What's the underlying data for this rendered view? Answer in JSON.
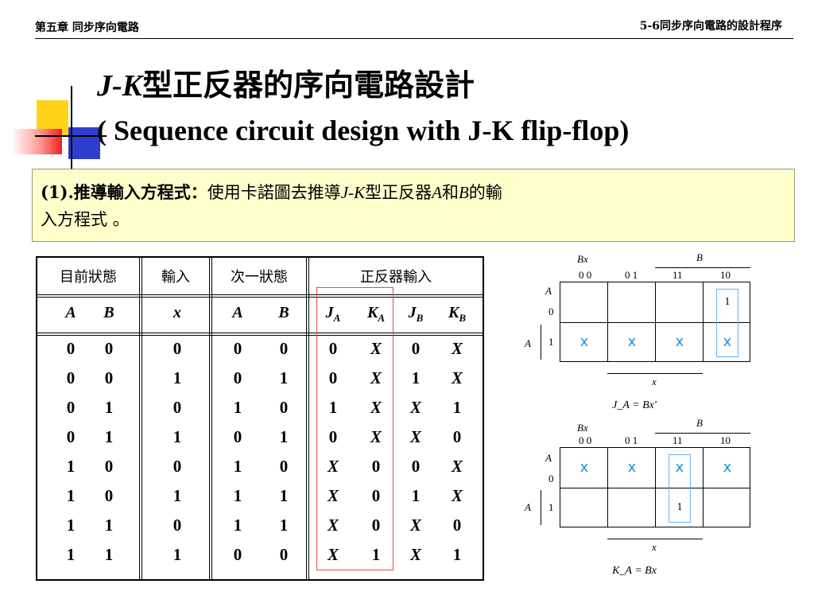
{
  "header": {
    "chapter": "第五章 同步序向電路",
    "section": "5-6同步序向電路的設計程序"
  },
  "title": {
    "jk": "J-K",
    "rest": "型正反器的序向電路設計",
    "english": "( Sequence circuit design with J-K flip-flop)"
  },
  "note": {
    "step": "(1).",
    "bold": "推導輸入方程式：",
    "t1": "使用卡諾圖去推導",
    "jk": "J-K",
    "t2": "型正反器",
    "a": "A",
    "and": "和",
    "b": "B",
    "t3": "的輸",
    "line2": "入方程式 。"
  },
  "table": {
    "headers": [
      "目前狀態",
      "輸入",
      "次一狀態",
      "正反器輸入"
    ],
    "sub": [
      "A",
      "B",
      "x",
      "A",
      "B",
      "J",
      "K",
      "J",
      "K"
    ],
    "sub_idx": [
      "",
      "",
      "",
      "",
      "",
      "A",
      "A",
      "B",
      "B"
    ],
    "rows": [
      [
        "0",
        "0",
        "0",
        "0",
        "0",
        "0",
        "X",
        "0",
        "X"
      ],
      [
        "0",
        "0",
        "1",
        "0",
        "1",
        "0",
        "X",
        "1",
        "X"
      ],
      [
        "0",
        "1",
        "0",
        "1",
        "0",
        "1",
        "X",
        "X",
        "1"
      ],
      [
        "0",
        "1",
        "1",
        "0",
        "1",
        "0",
        "X",
        "X",
        "0"
      ],
      [
        "1",
        "0",
        "0",
        "1",
        "0",
        "X",
        "0",
        "0",
        "X"
      ],
      [
        "1",
        "0",
        "1",
        "1",
        "1",
        "X",
        "0",
        "1",
        "X"
      ],
      [
        "1",
        "1",
        "0",
        "1",
        "1",
        "X",
        "0",
        "X",
        "0"
      ],
      [
        "1",
        "1",
        "1",
        "0",
        "0",
        "X",
        "1",
        "X",
        "1"
      ]
    ]
  },
  "kmap1": {
    "bx": "Bx",
    "b": "B",
    "a": "A",
    "x": "x",
    "cols": [
      "0 0",
      "0 1",
      "11",
      "10"
    ],
    "rows": [
      "0",
      "1"
    ],
    "cells": [
      [
        "",
        "",
        "",
        "1"
      ],
      [
        "x",
        "x",
        "x",
        "x"
      ]
    ],
    "eq": "J_A = Bx'"
  },
  "kmap2": {
    "bx": "Bx",
    "b": "B",
    "a": "A",
    "x": "x",
    "cols": [
      "0 0",
      "0 1",
      "11",
      "10"
    ],
    "rows": [
      "0",
      "1"
    ],
    "cells": [
      [
        "x",
        "x",
        "x",
        "x"
      ],
      [
        "",
        "",
        "1",
        ""
      ]
    ],
    "eq": "K_A = Bx"
  }
}
